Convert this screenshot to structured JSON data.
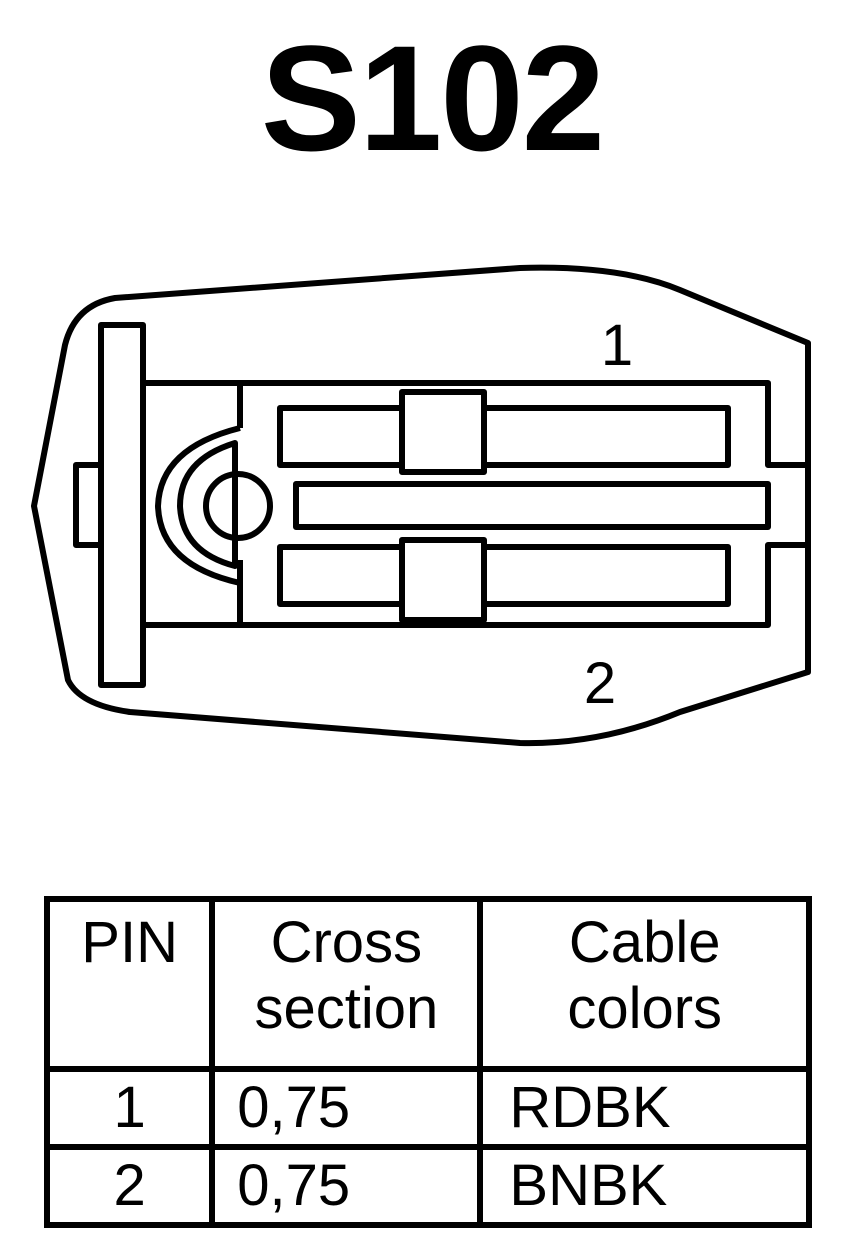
{
  "title": "S102",
  "connector": {
    "pin_labels": [
      "1",
      "2"
    ]
  },
  "table": {
    "headers": {
      "pin": "PIN",
      "cross": [
        "Cross",
        "section"
      ],
      "cable": [
        "Cable",
        "colors"
      ]
    },
    "rows": [
      {
        "pin": "1",
        "cross_section": "0,75",
        "cable_colors": "RDBK"
      },
      {
        "pin": "2",
        "cross_section": "0,75",
        "cable_colors": "BNBK"
      }
    ]
  }
}
